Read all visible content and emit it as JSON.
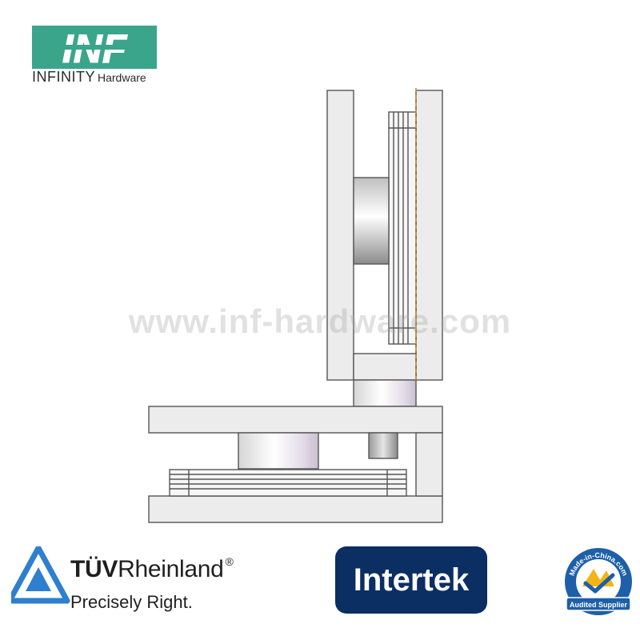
{
  "brand": {
    "logo_text": "INF",
    "name": "INFINITY",
    "suffix": "Hardware",
    "logo_color": "#3aa58a"
  },
  "watermark": "www.inf-hardware.com",
  "certifications": {
    "tuv": {
      "name_bold": "TÜV",
      "name_rest": "Rheinland",
      "registered": "®",
      "slogan": "Precisely Right.",
      "color": "#2e7fd0"
    },
    "intertek": {
      "label": "Intertek",
      "color": "#0b2e63"
    },
    "made_in_china": {
      "ring_text": "Made-in-China.com",
      "ribbon": "Audited Supplier",
      "color": "#1d5fa8"
    }
  },
  "drawing_colors": {
    "frame": "#ececec",
    "stroke": "#555555",
    "guide": "#e58a1f"
  }
}
